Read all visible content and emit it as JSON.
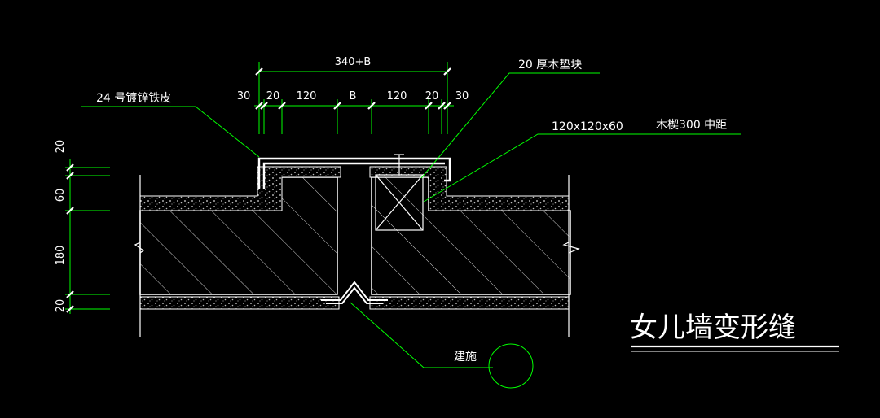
{
  "title": "女儿墙变形缝",
  "notes": {
    "galvanized_sheet": "24 号镀锌铁皮",
    "wood_pad": "20 厚木垫块",
    "wood_block_size": "120x120x60",
    "wood_block_spacing": "木楔300 中距",
    "building_construction": "建施"
  },
  "top_dims": {
    "overall": "340+B",
    "segments": [
      "30",
      "20",
      "120",
      "B",
      "120",
      "20",
      "30"
    ]
  },
  "left_dims": [
    "20",
    "60",
    "180",
    "20"
  ],
  "colors": {
    "background": "#000000",
    "linework": "#ffffff",
    "leaders": "#00ff00",
    "hatch": "#cfcfcf"
  }
}
